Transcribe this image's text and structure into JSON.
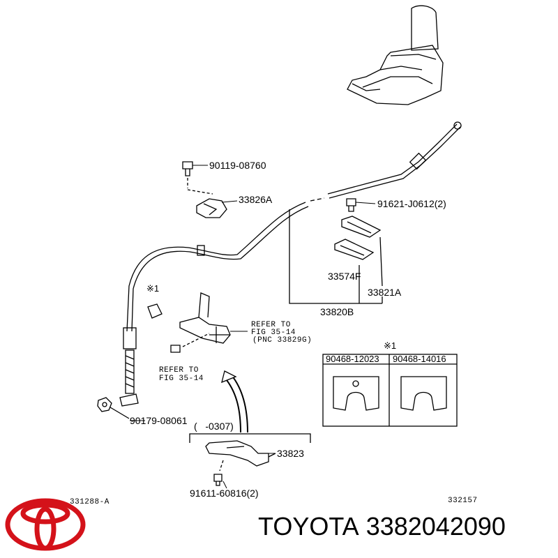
{
  "parts": {
    "bolt_top": "90119-08760",
    "clamp": "33826A",
    "bolt_right": "91621-J0612(2)",
    "pad": "33574F",
    "cable_assy": "33821A",
    "cable_group": "33820B",
    "note_mark": "※1",
    "refer_1": "REFER TO",
    "refer_2": "FIG 35-14",
    "refer_3": "(PNC 33829G)",
    "refer_left_1": "REFER TO",
    "refer_left_2": "FIG 35-14",
    "nut": "90179-08061",
    "range": "(   -0307)",
    "bracket": "33823",
    "bolt_bottom": "91611-60816(2)",
    "illus_left": "331288-A",
    "illus_right": "332157"
  },
  "table": {
    "mark": "※1",
    "col1": "90468-12023",
    "col2": "90468-14016"
  },
  "brand": {
    "name": "TOYOTA",
    "part_number": "3382042090",
    "logo_color": "#d4121a"
  }
}
